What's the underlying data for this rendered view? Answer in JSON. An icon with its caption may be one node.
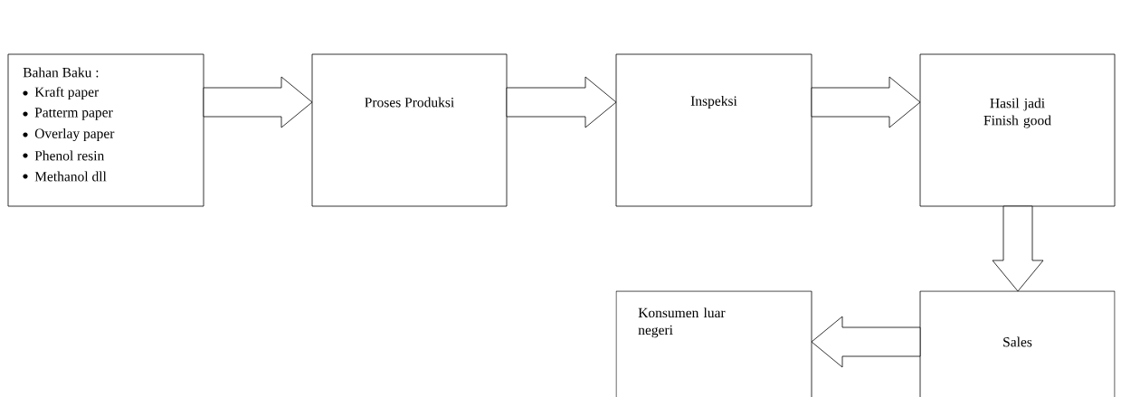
{
  "diagram": {
    "nodes": [
      {
        "text": [
          "Bahan Baku :",
          "Kraft paper",
          "Patterm paper",
          "Overlay paper",
          "Phenol resin",
          "Methanol  dll"
        ]
      },
      {
        "text": [
          "Proses Produksi"
        ]
      },
      {
        "text": [
          "Inspeksi"
        ]
      },
      {
        "text": [
          "Hasil jadi Finish good"
        ]
      },
      {
        "text": [
          "Konsumen luar negeri"
        ]
      },
      {
        "text": [
          "Sales"
        ]
      }
    ],
    "edges": [
      {
        "from": 0,
        "to": 1,
        "arrow": "to"
      },
      {
        "from": 1,
        "to": 2,
        "arrow": "to"
      },
      {
        "from": 2,
        "to": 3,
        "arrow": "to"
      },
      {
        "from": 3,
        "to": 5,
        "arrow": "to"
      },
      {
        "from": 5,
        "to": 4,
        "arrow": "to"
      }
    ]
  }
}
